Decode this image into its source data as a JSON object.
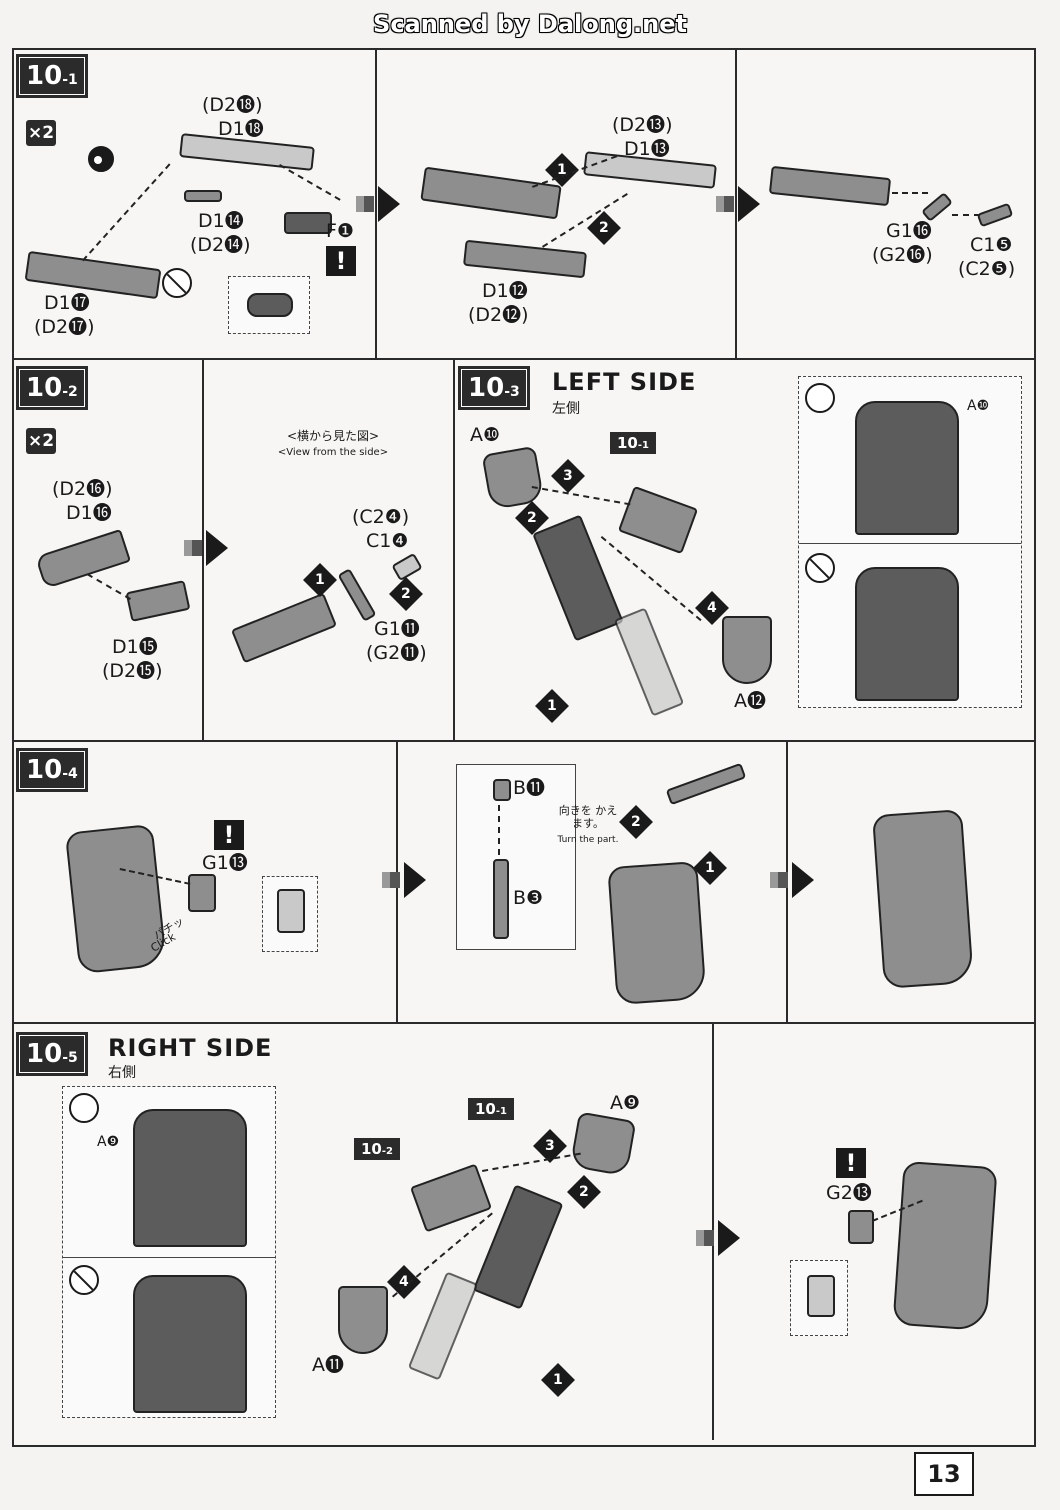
{
  "header": {
    "scan_credit": "Scanned by Dalong.net"
  },
  "page_number": "13",
  "steps": {
    "s10_1": {
      "tag_main": "10",
      "tag_sub": "-1",
      "quantity": "×2",
      "labels": {
        "d2_18": "(D2⓲)",
        "d1_18": "D1⓲",
        "d1_14": "D1⓮",
        "d2_14": "(D2⓮)",
        "f1": "F❶",
        "d1_17": "D1⓱",
        "d2_17": "(D2⓱)",
        "d2_13": "(D2⓭)",
        "d1_13": "D1⓭",
        "d1_12": "D1⓬",
        "d2_12": "(D2⓬)",
        "g1_16": "G1⓰",
        "g2_16": "(G2⓰)",
        "c1_5": "C1❺",
        "c2_5": "(C2❺)"
      },
      "order": [
        "1",
        "2"
      ]
    },
    "s10_2": {
      "tag_main": "10",
      "tag_sub": "-2",
      "quantity": "×2",
      "view_jp": "<横から見た図>",
      "view_en": "<View from the side>",
      "labels": {
        "d2_16": "(D2⓰)",
        "d1_16": "D1⓰",
        "d1_15": "D1⓯",
        "d2_15": "(D2⓯)",
        "c2_4": "(C2❹)",
        "c1_4": "C1❹",
        "g1_11": "G1⓫",
        "g2_11": "(G2⓫)"
      },
      "order": [
        "1",
        "2"
      ]
    },
    "s10_3": {
      "tag_main": "10",
      "tag_sub": "-3",
      "title": "LEFT SIDE",
      "subtitle": "左側",
      "ref_tag_main": "10",
      "ref_tag_sub": "-1",
      "labels": {
        "a10": "A❿",
        "a12": "A⓬",
        "a10_inset": "A❿"
      },
      "order": [
        "1",
        "2",
        "3",
        "4"
      ]
    },
    "s10_4": {
      "tag_main": "10",
      "tag_sub": "-4",
      "labels": {
        "g1_13": "G1⓭",
        "b11": "B⓫",
        "b3": "B❸"
      },
      "click_jp": "パチッ",
      "click_en": "Click",
      "turn_jp": "向きを かえます。",
      "turn_en": "Turn the part.",
      "order": [
        "1",
        "2"
      ]
    },
    "s10_5": {
      "tag_main": "10",
      "tag_sub": "-5",
      "title": "RIGHT SIDE",
      "subtitle": "右側",
      "ref1_main": "10",
      "ref1_sub": "-1",
      "ref2_main": "10",
      "ref2_sub": "-2",
      "labels": {
        "a9": "A❾",
        "a9_inset": "A❾",
        "a11": "A⓫",
        "g2_13": "G2⓭"
      },
      "order": [
        "1",
        "2",
        "3",
        "4"
      ]
    }
  },
  "warning_glyph": "!"
}
